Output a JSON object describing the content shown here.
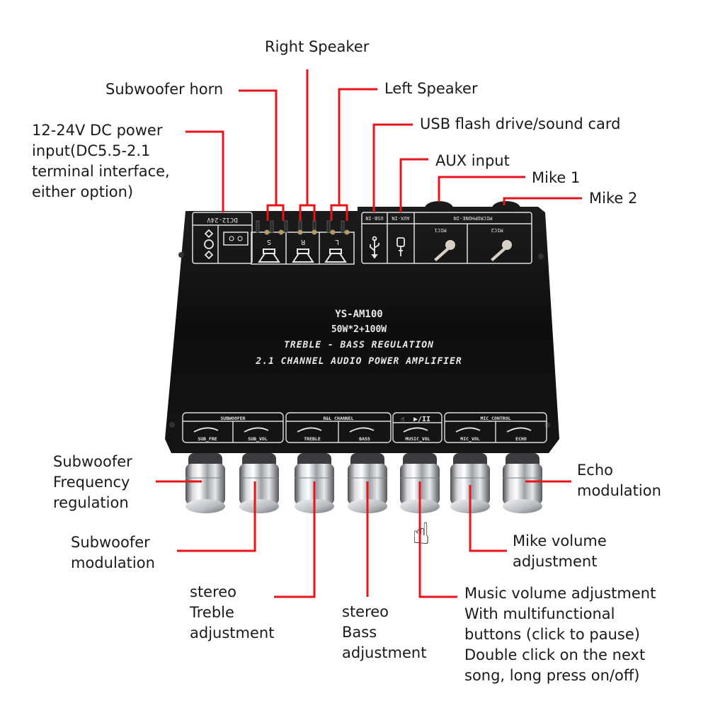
{
  "device": {
    "model": "YS-AM100",
    "power_rating": "50W*2+100W",
    "feature_line": "TREBLE - BASS REGULATION",
    "description_line": "2.1 CHANNEL AUDIO POWER AMPLIFIER",
    "rear_panel": {
      "power_label": "DC12-24V",
      "speaker_terminals": [
        {
          "channel": "S",
          "plus": "+",
          "minus": "-"
        },
        {
          "channel": "R",
          "plus": "+",
          "minus": "-"
        },
        {
          "channel": "L",
          "plus": "+",
          "minus": "-"
        }
      ],
      "usb_label": "USB-IN",
      "aux_label": "AUX-IN",
      "mic_group_label": "MICROPHONE-IN",
      "mic1_label": "MIC1",
      "mic2_label": "MIC2"
    },
    "front_panel": {
      "groups": [
        {
          "title": "SUBWOOFER",
          "knobs": [
            "SUB_FRE",
            "SUB_VOL"
          ]
        },
        {
          "title": "R&L CHANNEL",
          "knobs": [
            "TREBLE",
            "BASS"
          ]
        },
        {
          "title": "▶/II",
          "knobs": [
            "MUSIC_VOL"
          ]
        },
        {
          "title": "MIC_CONTROL",
          "knobs": [
            "MIC_VOL",
            "ECHO"
          ]
        }
      ],
      "minus_sign": "-",
      "plus_sign": "+"
    }
  },
  "callouts": {
    "right_speaker": "Right Speaker",
    "subwoofer_horn": "Subwoofer horn",
    "left_speaker": "Left Speaker",
    "power_input": "12-24V DC power\ninput(DC5.5-2.1\nterminal interface,\neither option)",
    "usb": "USB flash drive/sound card",
    "aux": "AUX input",
    "mike1": "Mike 1",
    "mike2": "Mike 2",
    "sub_freq": "Subwoofer\nFrequency\nregulation",
    "sub_mod": "Subwoofer\nmodulation",
    "treble": "stereo\nTreble\nadjustment",
    "bass": "stereo\nBass\nadjustment",
    "music_vol": "Music volume adjustment\nWith multifunctional\nbuttons (click to pause)\nDouble click on the next\nsong, long press on/off)",
    "mike_vol": "Mike volume\nadjustment",
    "echo": "Echo\nmodulation"
  },
  "colors": {
    "leader_line": "#e8141b",
    "device_body": "#121212",
    "silkscreen": "#e8e8e8",
    "knob_chrome": "#c9ccd0"
  }
}
